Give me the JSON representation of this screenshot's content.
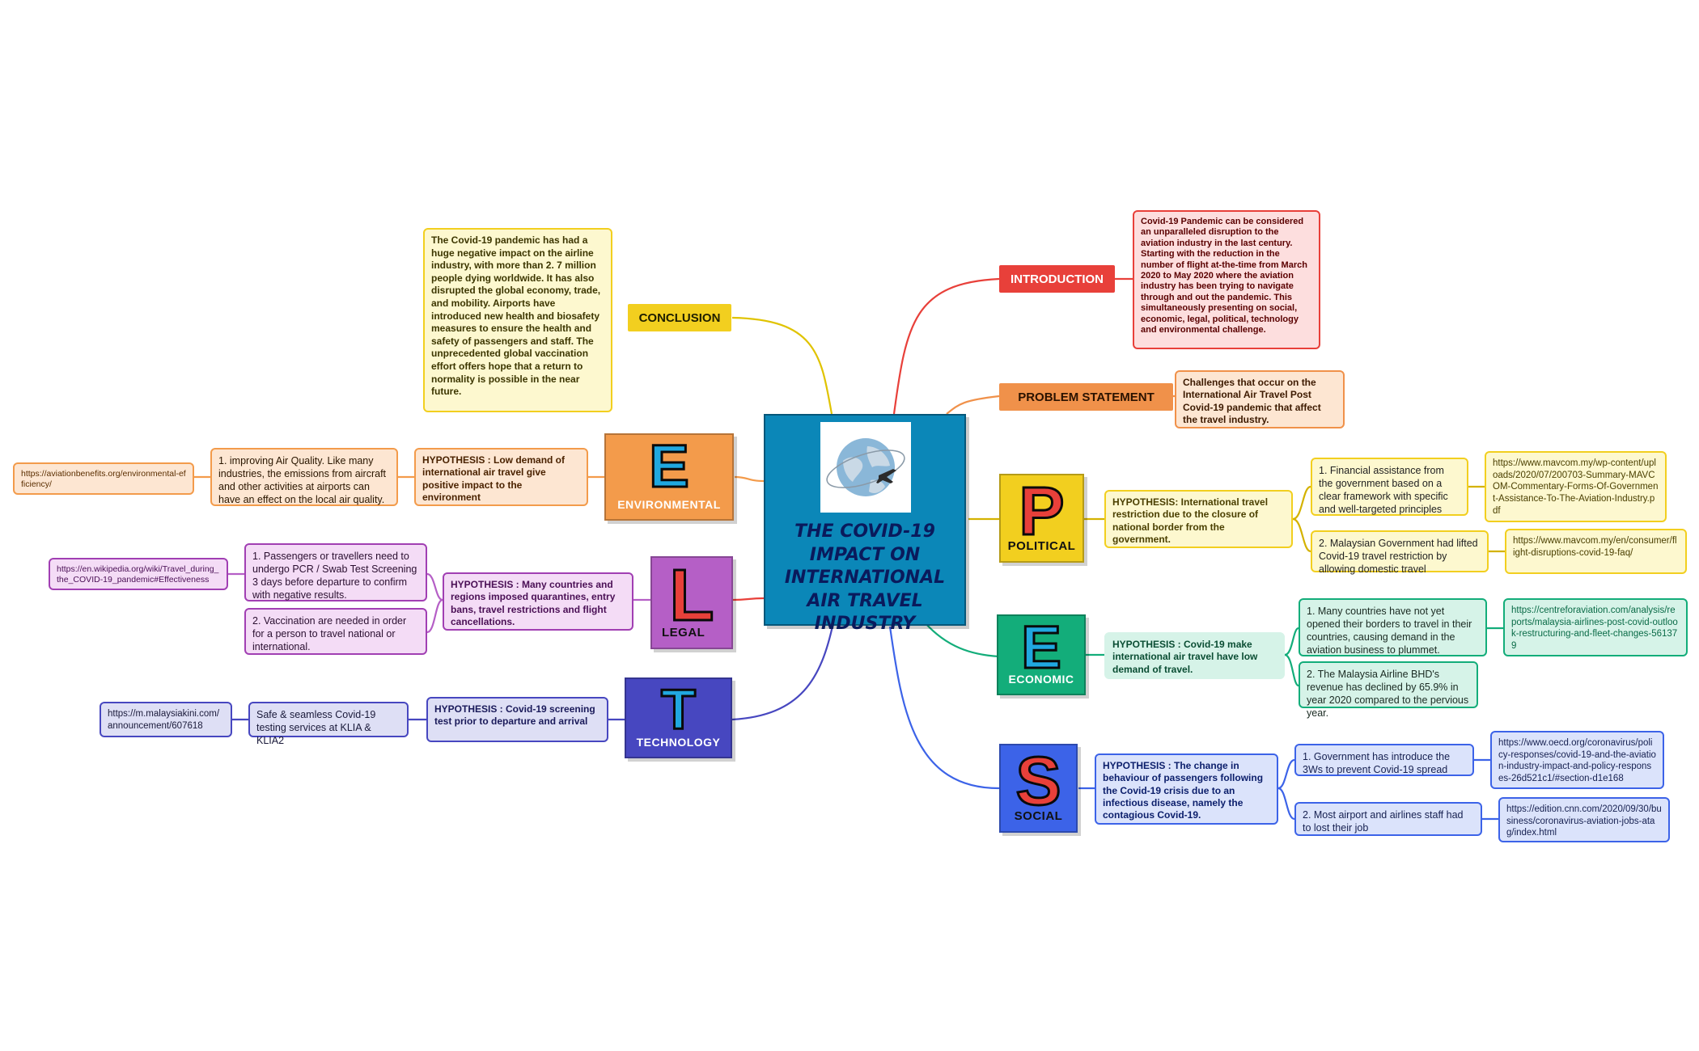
{
  "central": {
    "title": "THE COVID-19 IMPACT ON INTERNATIONAL AIR TRAVEL INDUSTRY"
  },
  "introduction": {
    "label": "INTRODUCTION",
    "text": "Covid-19 Pandemic can be considered an unparalleled disruption to the aviation industry in the last century. Starting with the reduction in the number of flight at-the-time from March 2020 to May 2020 where the aviation industry has been trying to navigate through and out the pandemic. This simultaneously presenting on social, economic, legal, political, technology and environmental challenge."
  },
  "problem": {
    "label": "PROBLEM STATEMENT",
    "text": "Challenges that occur on the International Air Travel Post Covid-19 pandemic that affect the travel industry."
  },
  "conclusion": {
    "label": "CONCLUSION",
    "text": "The Covid-19 pandemic has had a huge negative impact on the airline industry, with more than 2. 7 million people dying worldwide. It has also disrupted the global economy, trade, and mobility. Airports have introduced new health and biosafety measures to ensure the health and safety of passengers and staff. The unprecedented global vaccination effort offers hope that a return to normality is possible in the near future."
  },
  "political": {
    "letter": "P",
    "label": "POLITICAL",
    "hypothesis": "HYPOTHESIS: International travel restriction due to the closure of national border from the government.",
    "points": [
      "1. Financial assistance from the government based on a clear framework with specific and well-targeted principles",
      "2. Malaysian Government had lifted Covid-19 travel restriction by allowing domestic travel"
    ],
    "links": [
      "https://www.mavcom.my/wp-content/uploads/2020/07/200703-Summary-MAVCOM-Commentary-Forms-Of-Government-Assistance-To-The-Aviation-Industry.pdf",
      "https://www.mavcom.my/en/consumer/flight-disruptions-covid-19-faq/"
    ]
  },
  "economic": {
    "letter": "E",
    "label": "ECONOMIC",
    "hypothesis": "HYPOTHESIS : Covid-19 make international air travel have low demand of travel.",
    "points": [
      "1. Many countries have not yet opened their borders to travel in their countries, causing demand in the aviation business to plummet.",
      "2. The Malaysia Airline BHD's revenue has declined by 65.9% in year 2020 compared to the pervious year."
    ],
    "links": [
      "https://centreforaviation.com/analysis/reports/malaysia-airlines-post-covid-outlook-restructuring-and-fleet-changes-561379"
    ]
  },
  "social": {
    "letter": "S",
    "label": "SOCIAL",
    "hypothesis": "HYPOTHESIS : The change in behaviour of passengers following the Covid-19 crisis due to an infectious disease, namely the contagious Covid-19.",
    "points": [
      "1. Government has introduce the 3Ws to prevent Covid-19 spread",
      "2. Most airport and airlines staff had to lost their job"
    ],
    "links": [
      "https://www.oecd.org/coronavirus/policy-responses/covid-19-and-the-aviation-industry-impact-and-policy-responses-26d521c1/#section-d1e168",
      "https://edition.cnn.com/2020/09/30/business/coronavirus-aviation-jobs-atag/index.html"
    ]
  },
  "technology": {
    "letter": "T",
    "label": "TECHNOLOGY",
    "hypothesis": "HYPOTHESIS : Covid-19 screening test prior to departure and arrival",
    "points": [
      "Safe & seamless Covid-19 testing services at KLIA & KLIA2"
    ],
    "links": [
      "https://m.malaysiakini.com/announcement/607618"
    ]
  },
  "legal": {
    "letter": "L",
    "label": "LEGAL",
    "hypothesis": "HYPOTHESIS : Many countries and regions imposed quarantines, entry bans, travel restrictions and flight cancellations.",
    "points": [
      "1. Passengers or travellers need to undergo PCR / Swab Test Screening 3 days before departure to confirm with negative results.",
      "2. Vaccination are needed in order for a person to travel national or international."
    ],
    "links": [
      "https://en.wikipedia.org/wiki/Travel_during_the_COVID-19_pandemic#Effectiveness"
    ]
  },
  "environmental": {
    "letter": "E",
    "label": "ENVIRONMENTAL",
    "hypothesis": "HYPOTHESIS :  Low demand of international air travel give positive impact to the environment",
    "points": [
      "1. improving Air Quality. Like many industries, the emissions from aircraft and other activities at airports can have an effect on the local air quality."
    ],
    "links": [
      "https://aviationbenefits.org/environmental-efficiency/"
    ]
  },
  "colors": {
    "central": "#0b87b8",
    "introduction": "#e8403a",
    "problem": "#f0914a",
    "conclusion": "#f2cf1f",
    "political": "#f2cf1f",
    "economic": "#13ad7a",
    "social": "#3c63e8",
    "technology": "#4747c0",
    "legal": "#b55fc6",
    "environmental": "#f39b4b"
  },
  "icons": {
    "central": "globe-airplane-icon"
  }
}
